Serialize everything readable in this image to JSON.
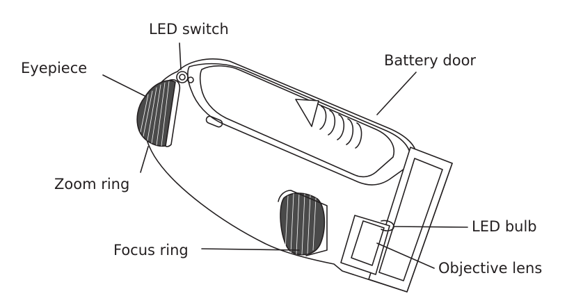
{
  "labels": {
    "led_switch": "LED switch",
    "eyepiece": "Eyepiece",
    "battery_door": "Battery door",
    "zoom_ring": "Zoom ring",
    "led_bulb": "LED bulb",
    "focus_ring": "Focus ring",
    "objective_lens": "Objective lens"
  },
  "colors": {
    "line": "#231f20",
    "ring_fill": "#4a4a4a",
    "body_fill": "#ffffff"
  }
}
